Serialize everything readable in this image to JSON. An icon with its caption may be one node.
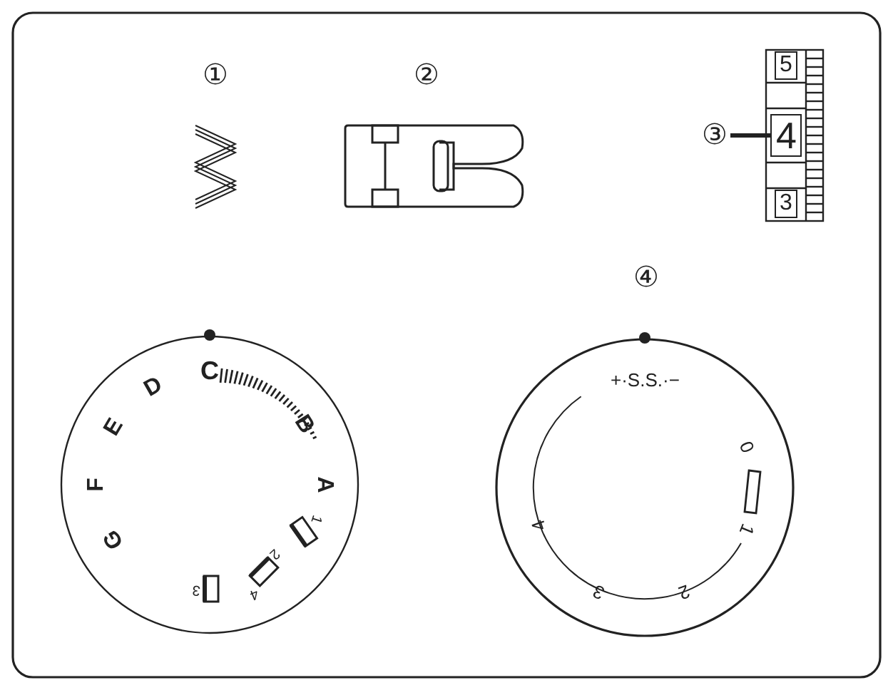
{
  "diagram": {
    "nodes": [
      {
        "text": [
          "③"
        ]
      },
      {
        "text": [
          "4"
        ]
      }
    ],
    "edges": [
      {
        "from": 0,
        "to": 1,
        "arrow": "none"
      }
    ],
    "labels": [
      "①",
      "②",
      "5",
      "3",
      "④",
      "C",
      "D",
      "B",
      "E",
      "A",
      "F",
      "G",
      "1",
      "2",
      "4",
      "3",
      "+·S.S.·−",
      "0",
      "1",
      "2",
      "3",
      "4"
    ]
  }
}
